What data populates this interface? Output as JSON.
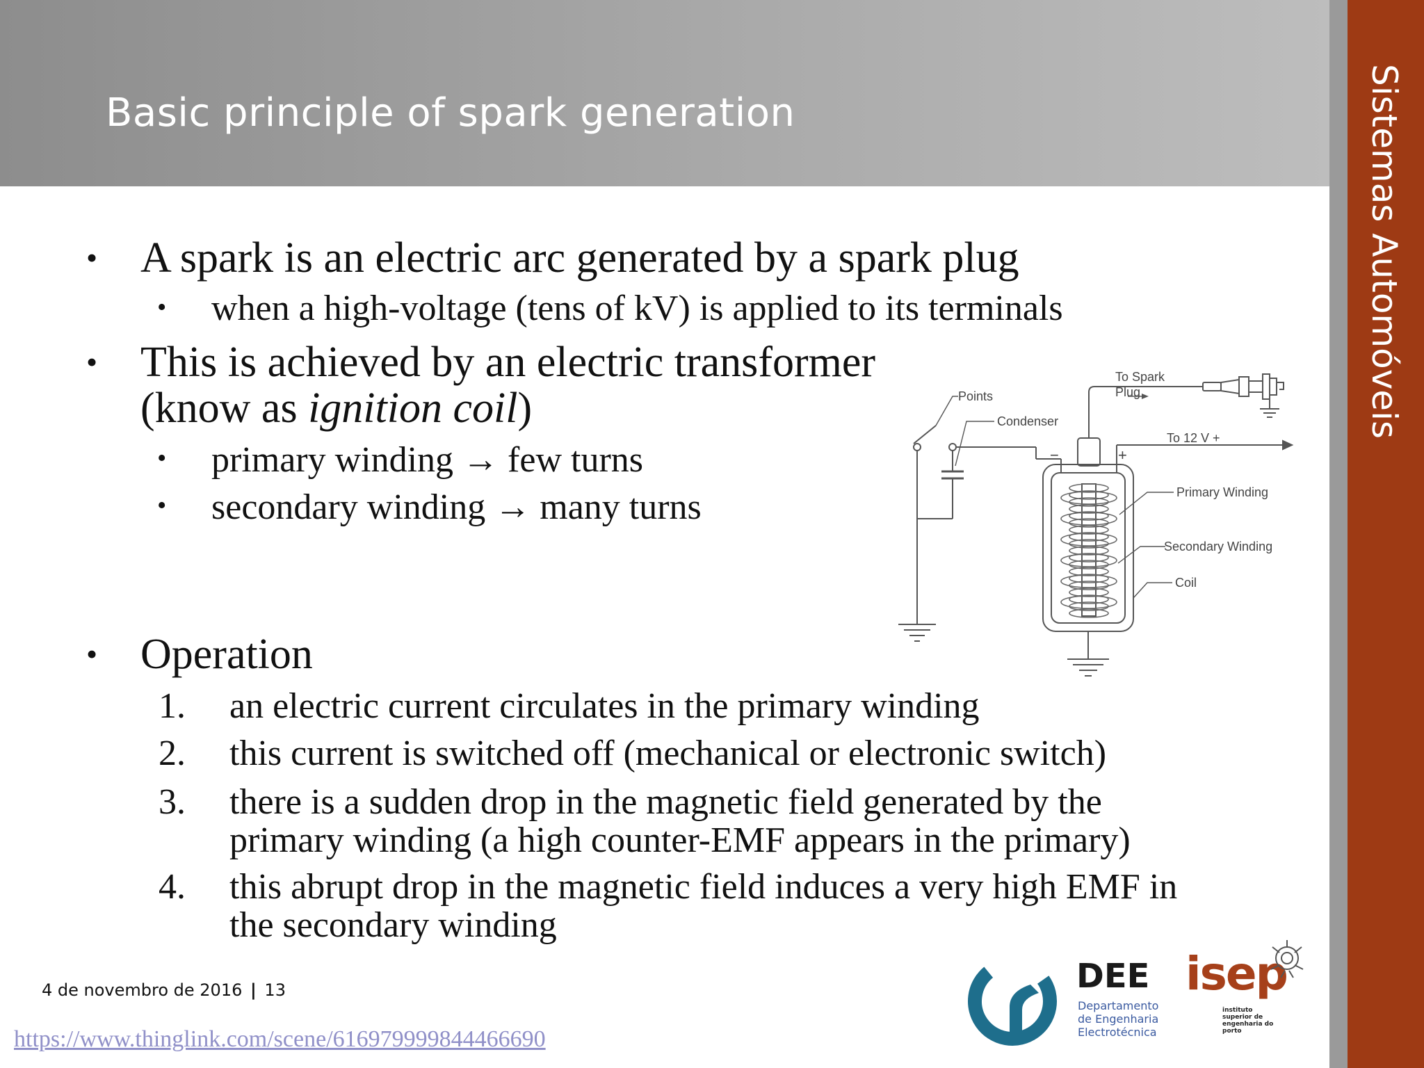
{
  "slide": {
    "title": "Basic principle of spark generation",
    "sidebar_label": "Sistemas Automóveis"
  },
  "bullets": {
    "b1": "A spark is an electric arc generated by a spark plug",
    "b1_sub": "when a high-voltage (tens of kV) is applied to its terminals",
    "b2_line1": "This is achieved by an electric transformer",
    "b2_line2_pre": "(know as ",
    "b2_line2_em": "ignition coil",
    "b2_line2_post": ")",
    "b2_sub1": "primary winding → few turns",
    "b2_sub2": "secondary winding → many turns",
    "b3": "Operation"
  },
  "operation_steps": [
    {
      "num": "1.",
      "lines": [
        "an electric current circulates in the primary winding"
      ]
    },
    {
      "num": "2.",
      "lines": [
        "this current is switched off (mechanical or electronic switch)"
      ]
    },
    {
      "num": "3.",
      "lines": [
        "there is a sudden drop in the magnetic field generated by the",
        "primary winding (a high counter-EMF appears in the primary)"
      ]
    },
    {
      "num": "4.",
      "lines": [
        "this abrupt drop in the magnetic field induces a very high EMF in",
        "the secondary winding"
      ]
    }
  ],
  "diagram": {
    "labels": {
      "to_spark_plug_1": "To Spark",
      "to_spark_plug_2": "Plug",
      "points": "Points",
      "condenser": "Condenser",
      "to_12v": "To 12 V +",
      "primary_winding": "Primary Winding",
      "secondary_winding": "Secondary Winding",
      "coil": "Coil",
      "minus": "−",
      "plus": "+"
    }
  },
  "footer": {
    "date": "4 de novembro de 2016",
    "separator": "|",
    "page": "13",
    "url": "https://www.thinglink.com/scene/616979999844466690"
  },
  "logos": {
    "dee_name": "DEE",
    "dee_line1": "Departamento",
    "dee_line2": "de Engenharia",
    "dee_line3": "Electrotécnica",
    "isep_name": "isep",
    "isep_line1": "instituto",
    "isep_line2": "superior de",
    "isep_line3": "engenharia do",
    "isep_line4": "porto"
  },
  "colors": {
    "sidebar": "#9e3a14",
    "header": "#a9a9a9",
    "dee_blue": "#1e6e8c",
    "isep_red": "#a6401a"
  }
}
